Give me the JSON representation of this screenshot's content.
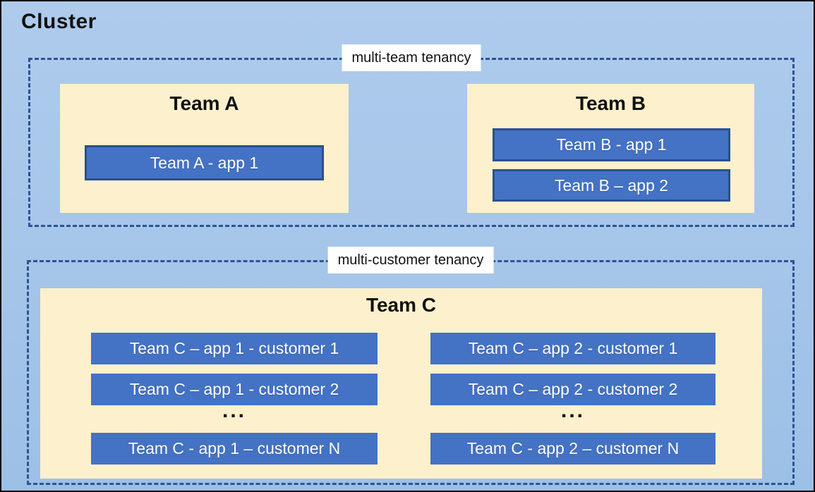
{
  "title": "Cluster",
  "multi_team": {
    "label": "multi-team tenancy",
    "team_a": {
      "name": "Team A",
      "app_1": "Team A - app 1"
    },
    "team_b": {
      "name": "Team B",
      "app_1": "Team B - app 1",
      "app_2": "Team B – app 2"
    }
  },
  "multi_customer": {
    "label": "multi-customer tenancy",
    "team_c": {
      "name": "Team C",
      "app_1_column": {
        "customer_1": "Team C – app 1 - customer 1",
        "customer_2": "Team C – app 1 - customer 2",
        "ellipsis": "...",
        "customer_n": "Team C - app 1 – customer N"
      },
      "app_2_column": {
        "customer_1": "Team C – app 2 - customer 1",
        "customer_2": "Team C – app 2 - customer 2",
        "ellipsis": "...",
        "customer_n": "Team C - app 2 – customer N"
      }
    }
  },
  "colors": {
    "canvas_blue": "#a9c6e8",
    "panel_cream": "#fdf0cc",
    "app_blue": "#4472c4",
    "app_border_navy": "#2c4f8f",
    "dashed_navy": "#2e5395",
    "outer_border": "#000000"
  }
}
